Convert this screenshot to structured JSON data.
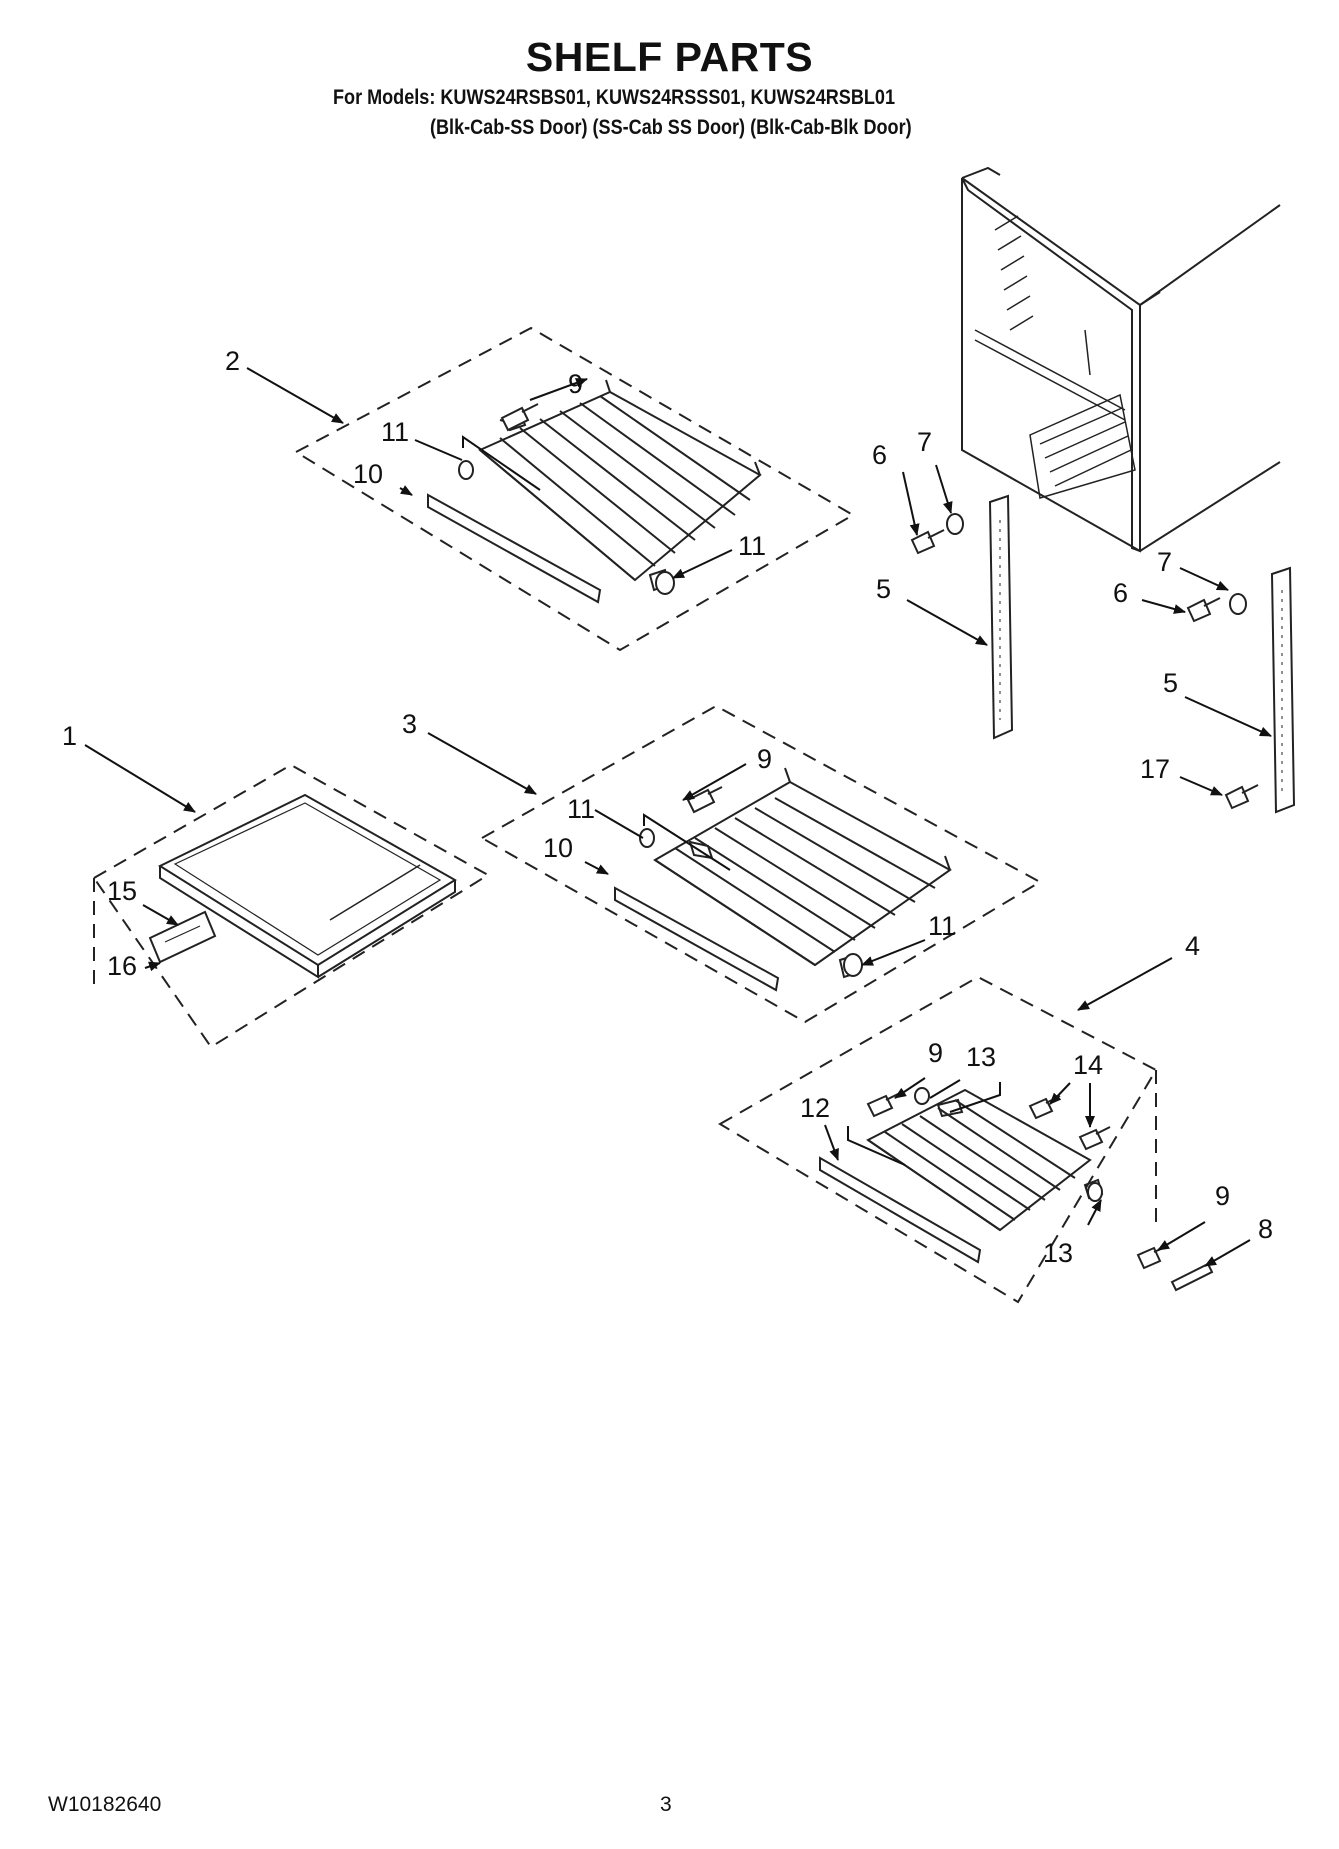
{
  "header": {
    "title": "SHELF PARTS",
    "models_line": "For Models: KUWS24RSBS01, KUWS24RSSS01, KUWS24RSBL01",
    "variants_line": "(Blk-Cab-SS Door)  (SS-Cab SS Door) (Blk-Cab-Blk Door)"
  },
  "callouts": {
    "c1": "1",
    "c2": "2",
    "c3": "3",
    "c4": "4",
    "c5": "5",
    "c6": "6",
    "c7": "7",
    "c8": "8",
    "c9": "9",
    "c10": "10",
    "c11": "11",
    "c12": "12",
    "c13": "13",
    "c14": "14",
    "c15": "15",
    "c16": "16",
    "c17": "17"
  },
  "footer": {
    "document_code": "W10182640",
    "page_number": "3"
  }
}
